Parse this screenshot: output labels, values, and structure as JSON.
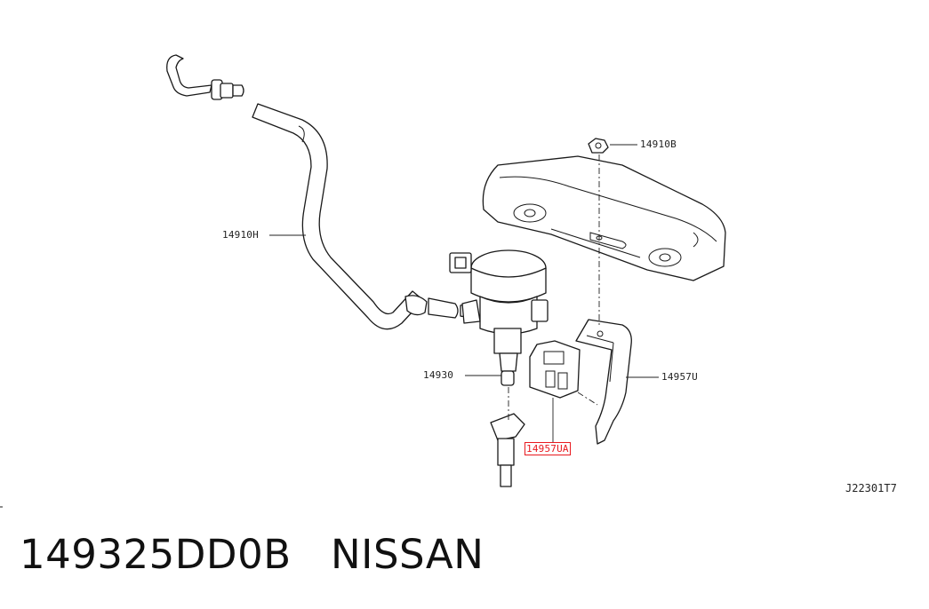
{
  "labels": {
    "hose": "14910H",
    "nut": "14910B",
    "valve": "14930",
    "bracket": "14957U",
    "bracket_sub": "14957UA"
  },
  "diagram_ref": "J22301T7",
  "footer": {
    "part_number": "149325DD0B",
    "brand": "NISSAN"
  },
  "colors": {
    "highlight": "#e8191f",
    "line": "#1a1a1a"
  }
}
